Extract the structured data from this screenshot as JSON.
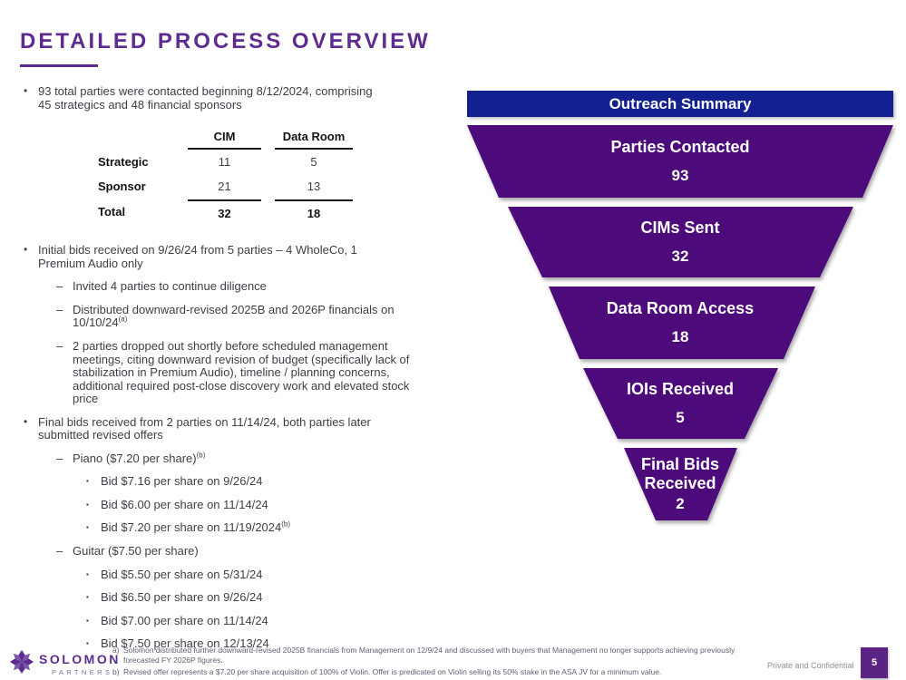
{
  "colors": {
    "title_purple": "#5e2c90",
    "header_navy": "#13208f",
    "funnel_purple": "#4c0a7a",
    "body_text": "#3e3e47",
    "table_black": "#131313",
    "footnote_gray": "#606072",
    "page_box_purple": "#5b2383"
  },
  "markers": {
    "bullet": "•",
    "dash": "–",
    "square": "▪",
    "sup_a": "(a)",
    "sup_b": "(b)",
    "fn_a": "a)",
    "fn_b": "b)"
  },
  "title": "DETAILED PROCESS OVERVIEW",
  "left": {
    "bullet1": "93 total parties were contacted beginning 8/12/2024, comprising 45 strategics and 48 financial sponsors",
    "table": {
      "headers": [
        "CIM",
        "Data Room"
      ],
      "rows": [
        {
          "label": "Strategic",
          "cim": "11",
          "dataroom": "5"
        },
        {
          "label": "Sponsor",
          "cim": "21",
          "dataroom": "13"
        },
        {
          "label": "Total",
          "cim": "32",
          "dataroom": "18"
        }
      ]
    },
    "bullet2": "Initial bids received on 9/26/24 from 5 parties – 4 WholeCo, 1 Premium Audio only",
    "sub2a": "Invited 4 parties to continue diligence",
    "sub2b": "Distributed downward-revised 2025B and 2026P financials on 10/10/24",
    "sub2c": "2 parties dropped out shortly before scheduled management meetings, citing downward revision of budget (specifically lack of stabilization in Premium Audio), timeline / planning concerns, additional required post-close discovery work and elevated stock price",
    "bullet3": "Final bids received from 2 parties on 11/14/24, both parties later submitted revised offers",
    "piano_label": "Piano ($7.20 per share)",
    "piano_bids": [
      "Bid $7.16 per share on 9/26/24",
      "Bid $6.00 per share on 11/14/24",
      "Bid $7.20 per share on 11/19/2024"
    ],
    "guitar_label": "Guitar ($7.50 per share)",
    "guitar_bids": [
      "Bid $5.50 per share on 5/31/24",
      "Bid $6.50 per share on 9/26/24",
      "Bid $7.00 per share on 11/14/24",
      "Bid $7.50 per share on 12/13/24"
    ]
  },
  "funnel": {
    "header": "Outreach Summary",
    "stages": [
      {
        "label": "Parties Contacted",
        "value": "93"
      },
      {
        "label": "CIMs Sent",
        "value": "32"
      },
      {
        "label": "Data Room Access",
        "value": "18"
      },
      {
        "label": "IOIs Received",
        "value": "5"
      },
      {
        "label": "Final Bids Received",
        "value": "2"
      }
    ]
  },
  "footnotes": {
    "a": "Solomon distributed further downward-revised 2025B financials from Management on 12/9/24 and discussed with buyers that Management no longer supports achieving previously forecasted FY 2026P figures.",
    "b": "Revised offer represents a $7.20 per share acquisition of 100% of Violin. Offer is predicated on Violin selling its 50% stake in the ASA JV for a minimum value."
  },
  "footer": {
    "logo_name": "SOLOMON",
    "logo_sub": "PARTNERS",
    "confidential": "Private and Confidential",
    "page": "5"
  }
}
